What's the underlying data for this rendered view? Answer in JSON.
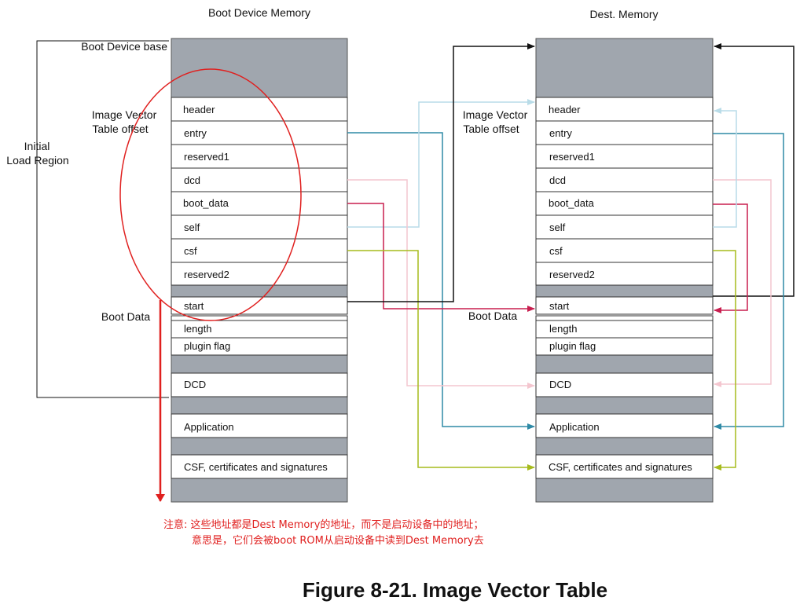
{
  "boot_memory": {
    "title": "Boot Device Memory",
    "base_label": "Boot Device base",
    "ivt_label_line1": "Image Vector",
    "ivt_label_line2": "Table offset",
    "initial_load_line1": "Initial",
    "initial_load_line2": "Load Region",
    "boot_data_label": "Boot Data"
  },
  "dest_memory": {
    "title": "Dest. Memory",
    "ivt_label_line1": "Image Vector",
    "ivt_label_line2": "Table offset",
    "boot_data_label": "Boot Data"
  },
  "rows": {
    "header": "header",
    "entry": "entry",
    "reserved1": "reserved1",
    "dcd": "dcd",
    "boot_data": "boot_data",
    "self": "self",
    "csf": "csf",
    "reserved2": "reserved2",
    "start": "start",
    "length": "length",
    "plugin_flag": "plugin flag",
    "dcd_block": "DCD",
    "application": "Application",
    "csf_block": "CSF, certificates and signatures"
  },
  "note": {
    "line1": "注意: 这些地址都是Dest Memory的地址，而不是启动设备中的地址；",
    "line2": "意思是，它们会被boot ROM从启动设备中读到Dest Memory去"
  },
  "figure_title": "Figure 8-21. Image Vector Table",
  "colors": {
    "gray_block": "#a0a6ae",
    "entry_line": "#2f8aa6",
    "self_line": "#b9dce8",
    "dcd_line": "#f4c6cf",
    "boot_data_line": "#c81e4f",
    "csf_line": "#a6bb1c",
    "start_line": "#111111",
    "annotation_red": "#e0201f"
  }
}
